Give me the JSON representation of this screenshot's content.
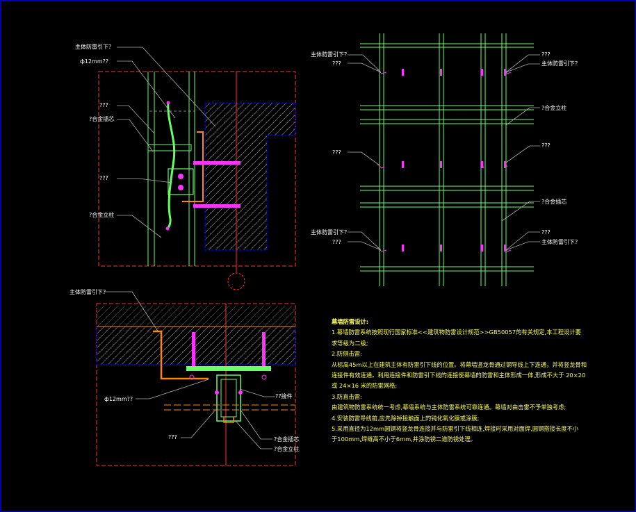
{
  "colors": {
    "background": "#000000",
    "frame": "#ff3333",
    "green": "#66ff66",
    "blue": "#0000ff",
    "magenta": "#ff33ff",
    "orange": "#ff8800",
    "leader": "#b0b0b0",
    "text": "#ffffff",
    "notes": "#ffff55"
  },
  "section_detail": {
    "labels": {
      "main_lightning_down": "主体防雷引下？",
      "rod_dia": "ф12mm??",
      "q1": "???",
      "alloy_trim": "?合金插芯",
      "q2": "???",
      "alloy_mullion": "?合金立柱"
    }
  },
  "elevation": {
    "labels": {
      "tl_main": "主体防雷引下？",
      "tl_q": "???",
      "tr_q": "???",
      "tr_main": "主体防雷引下？",
      "ml_q": "???",
      "mr_alloy": "?合金立柱",
      "mr_q": "???",
      "lr_alloy": "?合金插芯",
      "bl_main": "主体防雷引下？",
      "bl_q": "???",
      "br_q": "???",
      "br_main": "主体防雷引下？"
    }
  },
  "plan_detail": {
    "labels": {
      "main_lightning_down": "主体防雷引下？",
      "rod_dia": "ф12mm??",
      "connector": "??接件",
      "q": "???",
      "alloy_trim": "?合金插芯",
      "alloy_mullion": "?合金立柱"
    }
  },
  "notes": {
    "title": "幕墙防雷设计:",
    "lines": [
      "1.幕墙防雷系统按照现行国家标准<<建筑物防雷设计规范>>GB50057的有关规定,本工程设计要",
      "求等级为二级;",
      "2.防侧击雷:",
      "从标高45m以上在建筑主体有防雷引下线的位置。将幕墙竖龙骨通过钢导线上下连通，并将竖龙骨和",
      "连接件有效连通。利用连接件和防雷引下线的连接使幕墙的防雷和主体形成一体,形成不大于    20×20",
      "或  24×16  米的防雷网格;",
      "3.防直击雷:",
      "由建筑物防雷系统统一考虑,幕墙系统与主体防雷系统可靠连通。幕墙对由击雷不予单独考虑;",
      "4.安装防雷导线前,应先除掉接触面上的钝化氧化膜或涂膜;",
      "5.采用直径为12mm圆钢将竖龙骨连接并与防雷引下线相连,焊接时采用对面焊,圆钢搭接长度不小",
      "于100mm,焊缝高不小于6mm,并涂防锈二道防锈处理。"
    ]
  }
}
